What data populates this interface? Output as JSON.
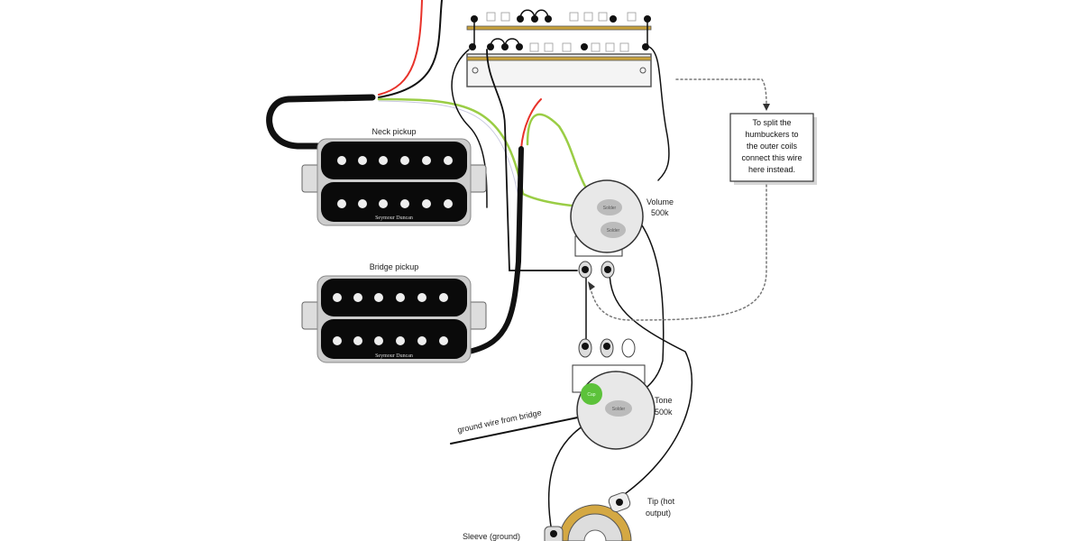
{
  "diagram": {
    "title": "Seymour Duncan two humbucker, one volume, one tone wiring",
    "pickups": [
      {
        "id": "neck",
        "label": "Neck pickup",
        "brand": "Seymour Duncan"
      },
      {
        "id": "bridge",
        "label": "Bridge pickup",
        "brand": "Seymour Duncan"
      }
    ],
    "pots": [
      {
        "id": "volume",
        "label_line1": "Volume",
        "label_line2": "500k",
        "solder_label": "Solder"
      },
      {
        "id": "tone",
        "label_line1": "Tone",
        "label_line2": "500k",
        "solder_label": "Solder"
      }
    ],
    "tone_cap_label": "Cap",
    "ground_wire_label": "ground wire from bridge",
    "note": {
      "lines": [
        "To split the",
        "humbuckers to",
        "the outer coils",
        "connect this wire",
        "here instead."
      ]
    },
    "jack": {
      "tip_line1": "Tip (hot",
      "tip_line2": "output)",
      "sleeve_label": "Sleeve (ground)"
    },
    "colors": {
      "wire_black": "#111111",
      "wire_red": "#e8322a",
      "wire_green": "#9acd45",
      "wire_white": "#c8c8e0",
      "switch_bar": "#c9a23c",
      "cap_green": "#5cc23a",
      "jack_brass": "#d4a843",
      "pot_body": "#e8e8e8"
    }
  }
}
